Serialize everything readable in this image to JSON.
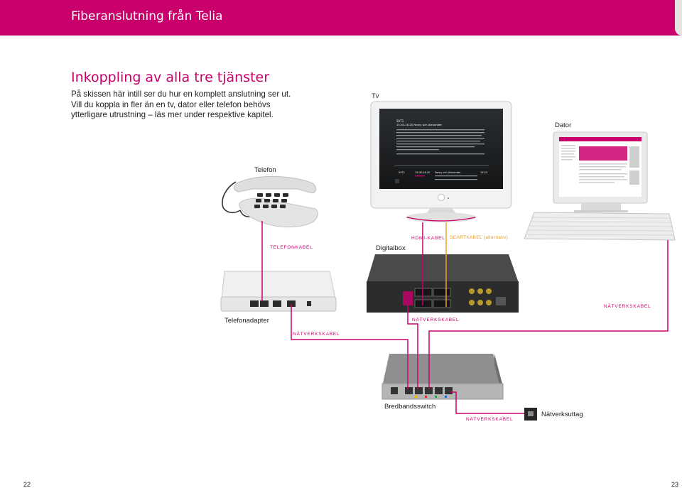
{
  "header": {
    "title": "Fiberanslutning från Telia",
    "color": "#c9006b"
  },
  "section": {
    "heading": "Inkoppling av alla tre tjänster",
    "paragraph": "På skissen här intill ser du hur en komplett anslutning ser ut. Vill du koppla in fler än en tv, dator eller telefon behövs ytterligare utrustning – läs mer under respektive kapitel."
  },
  "devices": {
    "tv": "Tv",
    "computer": "Dator",
    "phone": "Telefon",
    "digitalbox": "Digitalbox",
    "phone_adapter": "Telefonadapter",
    "switch": "Bredbandsswitch",
    "wall_socket": "Nätverksuttag"
  },
  "cables": {
    "phone_cable": "TELEFONKABEL",
    "hdmi_cable": "HDMI-KABEL",
    "scart_cable": "SCARTKABEL (alternativ)",
    "network_cable_computer": "NÄTVERKSKABEL",
    "network_cable_box": "NÄTVERKSKABEL",
    "network_cable_adapter": "NÄTVERKSKABEL",
    "network_cable_wall": "NÄTVERKSKABEL"
  },
  "tv_screen": {
    "channel": "SVT1",
    "program_line": "15.00-16.20 Fanny och Alexander",
    "now_time": "15.00-16.20",
    "now_title": "Fanny och Alexander",
    "clock": "15:23"
  },
  "page_numbers": {
    "left": "22",
    "right": "23"
  },
  "colors": {
    "cable_magenta": "#c9006b",
    "cable_orange": "#f0a030"
  }
}
